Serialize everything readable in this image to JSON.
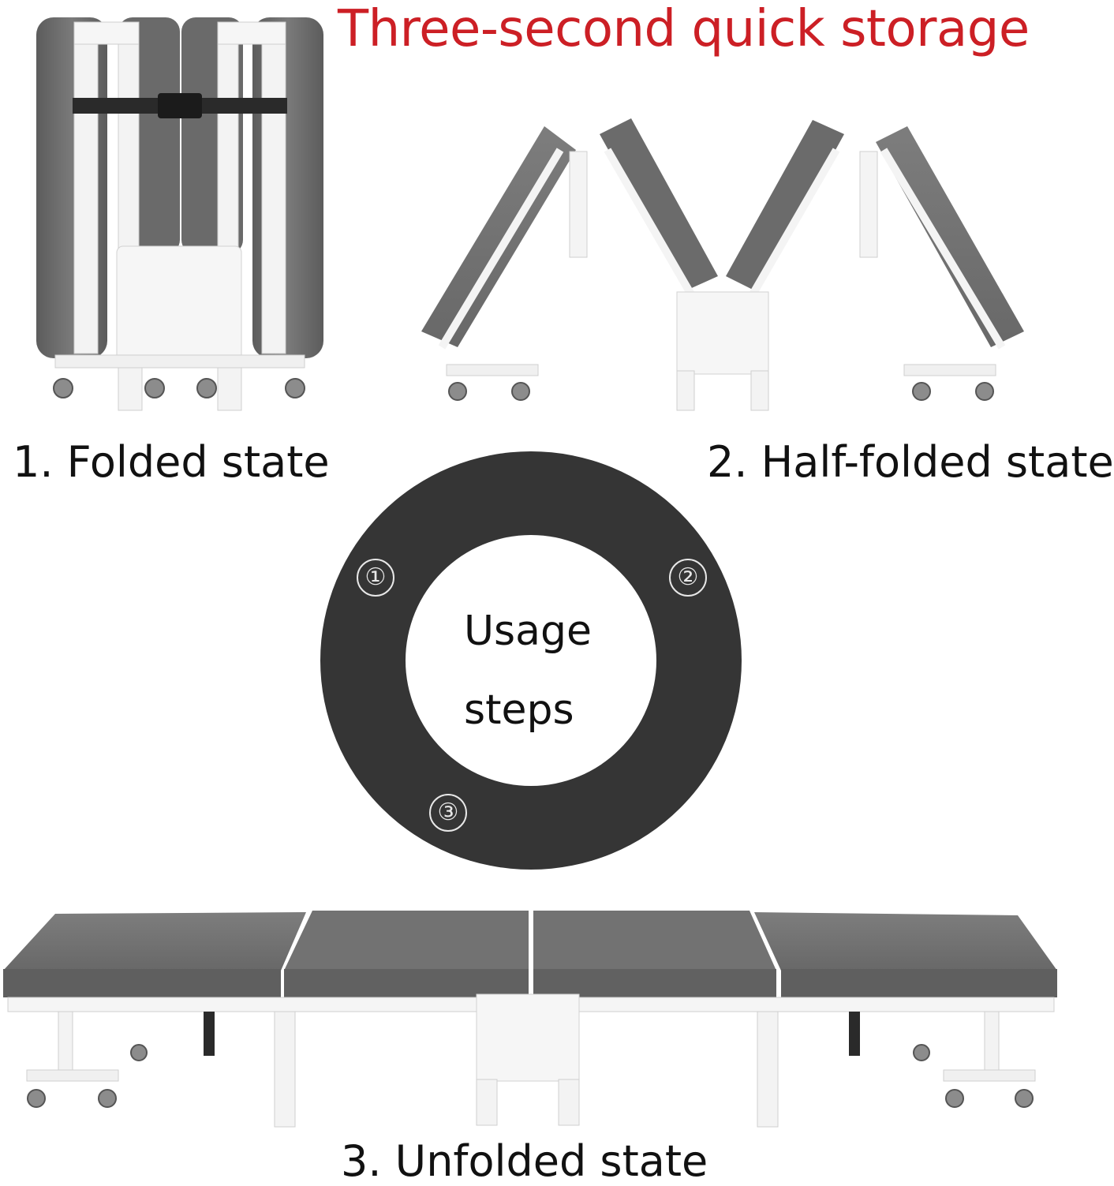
{
  "headline": "Three-second quick storage",
  "states": {
    "folded": "1. Folded state",
    "half_folded": "2. Half-folded state",
    "unfolded": "3. Unfolded state"
  },
  "usage_ring": {
    "line1": "Usage",
    "line2": "steps",
    "markers": [
      "①",
      "②",
      "③"
    ]
  },
  "colors": {
    "headline": "#cc1f25",
    "cushion": "#6e6e6e",
    "ring": "#353535",
    "frame": "#f2f2f2"
  }
}
